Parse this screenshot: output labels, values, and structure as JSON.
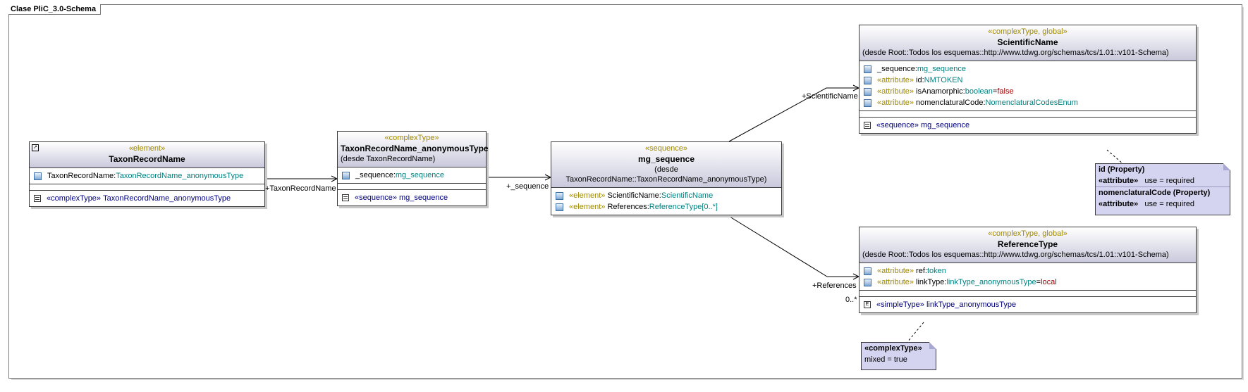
{
  "frame": {
    "title": "Clase PliC_3.0-Schema"
  },
  "taxonRecordName": {
    "stereotype": "«element»",
    "name": "TaxonRecordName",
    "attr_name": "TaxonRecordName:",
    "attr_type": "TaxonRecordName_anonymousType",
    "nested_stereo": "«complexType»",
    "nested_name": "TaxonRecordName_anonymousType"
  },
  "anonType": {
    "stereotype": "«complexType»",
    "name": "TaxonRecordName_anonymousType",
    "from": "(desde TaxonRecordName)",
    "attr_name": "_sequence:",
    "attr_type": "mg_sequence",
    "nested_stereo": "«sequence»",
    "nested_name": "mg_sequence"
  },
  "mgSequence": {
    "stereotype": "«sequence»",
    "name": "mg_sequence",
    "from": "(desde TaxonRecordName::TaxonRecordName_anonymousType)",
    "rows": [
      {
        "stereo": "«element»",
        "name": "ScientificName:",
        "type": "ScientificName",
        "mult": ""
      },
      {
        "stereo": "«element»",
        "name": "References:",
        "type": "ReferenceType",
        "mult": "[0..*]"
      }
    ]
  },
  "scientificName": {
    "stereotype": "«complexType, global»",
    "name": "ScientificName",
    "from": "(desde Root::Todos los esquemas::http://www.tdwg.org/schemas/tcs/1.01::v101-Schema)",
    "seq_name": "_sequence:",
    "seq_type": "mg_sequence",
    "attrs": [
      {
        "stereo": "«attribute»",
        "name": "id:",
        "type": "NMTOKEN",
        "eq": "",
        "value": ""
      },
      {
        "stereo": "«attribute»",
        "name": "isAnamorphic:",
        "type": "boolean",
        "eq": "=",
        "value": "false"
      },
      {
        "stereo": "«attribute»",
        "name": "nomenclaturalCode:",
        "type": "NomenclaturalCodesEnum",
        "eq": "",
        "value": ""
      }
    ],
    "nested_stereo": "«sequence»",
    "nested_name": "mg_sequence"
  },
  "referenceType": {
    "stereotype": "«complexType, global»",
    "name": "ReferenceType",
    "from": "(desde Root::Todos los esquemas::http://www.tdwg.org/schemas/tcs/1.01::v101-Schema)",
    "attrs": [
      {
        "stereo": "«attribute»",
        "name": "ref:",
        "type": "token",
        "eq": "",
        "value": ""
      },
      {
        "stereo": "«attribute»",
        "name": "linkType:",
        "type": "linkType_anonymousType",
        "eq": "=",
        "value": "local"
      }
    ],
    "nested_stereo": "«simpleType»",
    "nested_name": "linkType_anonymousType"
  },
  "noteProperties": {
    "p1_title": "id (Property)",
    "p1_stereo": "«attribute»",
    "p1_text": "use = required",
    "p2_title": "nomenclaturalCode (Property)",
    "p2_stereo": "«attribute»",
    "p2_text": "use = required"
  },
  "noteComplex": {
    "title": "«complexType»",
    "text": "mixed = true"
  },
  "links": {
    "taxonRecordName": "+TaxonRecordName",
    "sequence": "+_sequence",
    "scientificName": "+ScientificName",
    "references": "+References",
    "references_mult": "0..*"
  },
  "colors": {
    "stereotype": "#a08a00",
    "type": "#008080",
    "nested": "#000080",
    "value": "#a00000",
    "note": "#d4d4f0"
  }
}
